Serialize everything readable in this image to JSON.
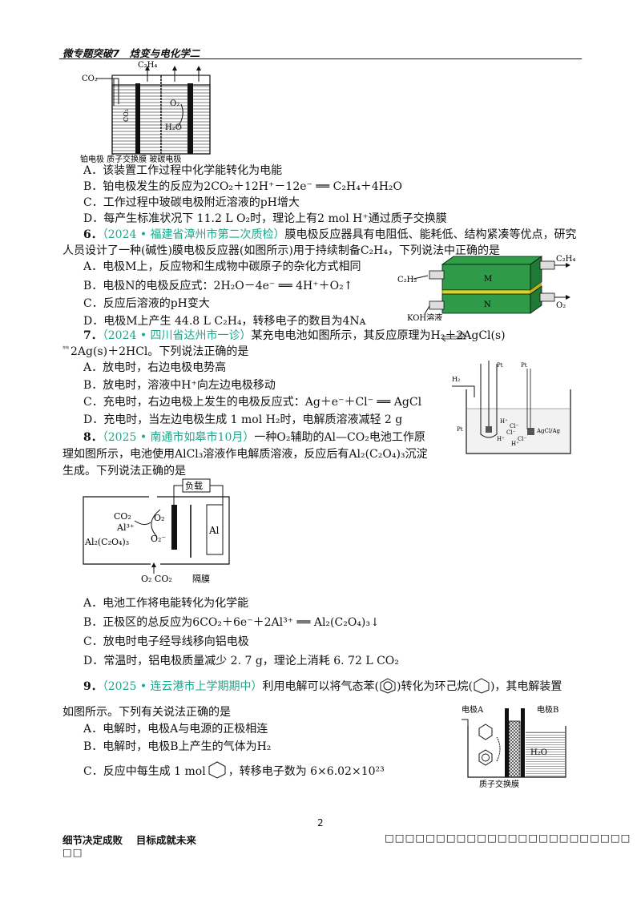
{
  "header": {
    "title": "微专题突破7　焓变与电化学二"
  },
  "fig5": {
    "labels": [
      "CO₂",
      "C₂H₄",
      "O₂",
      "H₂O",
      "CO₂"
    ],
    "caption": "铂电极  质子交换膜  玻碳电极"
  },
  "q5": {
    "options": [
      "A．该装置工作过程中化学能转化为电能",
      "B．铂电极发生的反应为2CO₂＋12H⁺－12e⁻ ══ C₂H₄＋4H₂O",
      "C．工作过程中玻碳电极附近溶液的pH增大",
      "D．每产生标准状况下 11.2  L O₂时，理论上有2  mol H⁺通过质子交换膜"
    ]
  },
  "q6": {
    "num": "6．",
    "source": "（2024 • 福建省漳州市第二次质检）",
    "stem1": "膜电极反应器具有电阻低、能耗低、结构紧凑等优点，研究",
    "stem2": "人员设计了一种(碱性)膜电极反应器(如图所示)用于持续制备C₂H₄，下列说法中正确的是",
    "options": [
      "A．电极M上，反应物和生成物中碳原子的杂化方式相同",
      "B．电极N的电极反应式：2H₂O－4e⁻ ══ 4H⁺＋O₂↑",
      "C．反应后溶液的pH变大",
      "D．电极M上产生 44.8 L C₂H₄，转移电子的数目为4Nᴀ"
    ],
    "fig": {
      "in_left": "C₂H₂",
      "out_right": "C₂H₄",
      "koh": "KOH溶液",
      "o2": "O₂",
      "m": "M",
      "n": "N"
    }
  },
  "q7": {
    "num": "7．",
    "source": "（2024 • 四川省达州市一诊）",
    "stem1": "某充电电池如图所示，其反应原理为H₂＋2AgCl(s)",
    "stem2": "2Ag(s)＋2HCl。下列说法正确的是",
    "arrow_top": "放电",
    "arrow_bottom": "充电",
    "options": [
      "A．放电时，右边电极电势高",
      "B．放电时，溶液中H⁺向左边电极移动",
      "C．充电时，右边电极上发生的电极反应式：Ag＋e⁻＋Cl⁻ ══ AgCl",
      "D．充电时，当左边电极生成 1  mol H₂时，电解质溶液减轻 2  g"
    ],
    "fig": {
      "h2": "H₂",
      "pt1": "Pt",
      "pt2": "Pt",
      "pt3": "Pt",
      "agcl": "AgCl/Ag",
      "ions": [
        "H⁺",
        "Cl⁻",
        "Cl⁻",
        "H⁺",
        "H⁺",
        "Cl⁻"
      ]
    }
  },
  "q8": {
    "num": "8．",
    "source": "（2025 • 南通市如皋市10月）",
    "stem1": "一种O₂辅助的Al—CO₂电池工作原",
    "stem2": "理如图所示，电池使用AlCl₃溶液作电解质溶液，反应后有Al₂(C₂O₄)₃沉淀",
    "stem3": "生成。下列说法正确的是",
    "fig": {
      "load": "负载",
      "co2": "CO₂",
      "al3": "Al³⁺",
      "o2a": "O₂",
      "o2b": "O₂⁻",
      "product": "Al₂(C₂O₄)₃",
      "al": "Al",
      "gas": "O₂ CO₂",
      "membrane": "隔膜"
    },
    "options": [
      "A．电池工作将电能转化为化学能",
      "B．正极区的总反应为6CO₂＋6e⁻＋2Al³⁺ ══ Al₂(C₂O₄)₃↓",
      "C．放电时电子经导线移向铝电极",
      "D．常温时，铝电极质量减少 2. 7 g，理论上消耗 6. 72 L CO₂"
    ]
  },
  "q9": {
    "num": "9．",
    "source": "（2025 • 连云港市上学期期中）",
    "stem_a": "利用电解可以将气态苯(",
    "stem_b": ")转化为环己烷(",
    "stem_c": ")，其电解装置",
    "stem2": "如图所示。下列有关说法正确的是",
    "options": [
      "A．电解时，电极A与电源的正极相连",
      "B．电解时，电极B上产生的气体为H₂"
    ],
    "optC_a": "C．反应中每生成 1 mol",
    "optC_b": "，转移电子数为 6×6.02×10²³",
    "fig": {
      "ea": "电极A",
      "eb": "电极B",
      "h2o": "H₂O",
      "caption": "质子交换膜"
    }
  },
  "page_number": "2",
  "footer": {
    "left": "细节决定成败　 目标成就未来",
    "right_boxes": "□□□□□□□□□□□□□□□□□□□□□□□□",
    "left2": "□□"
  }
}
